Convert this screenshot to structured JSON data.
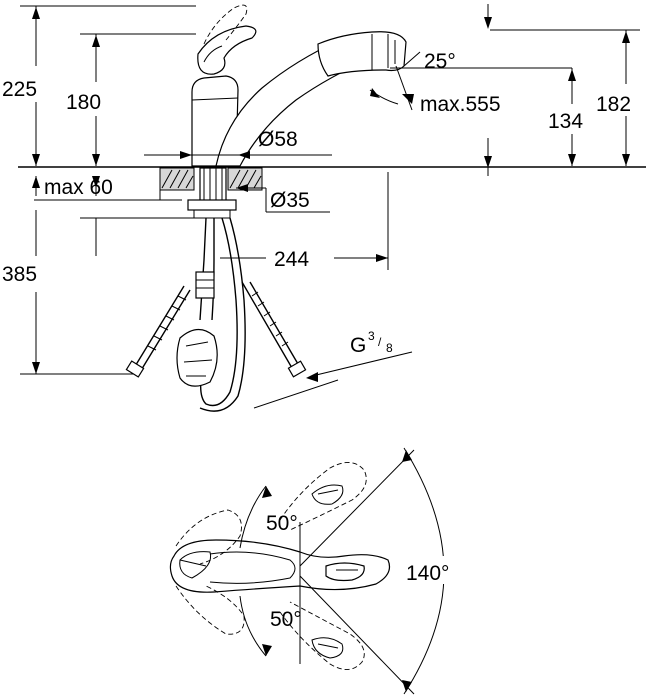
{
  "side_view": {
    "dims": {
      "h225": "225",
      "h180": "180",
      "angle25": "25°",
      "max555": "max.555",
      "h134": "134",
      "h182": "182",
      "d58": "Ø58",
      "max60": "max 60",
      "d35": "Ø35",
      "w244": "244",
      "h385": "385"
    },
    "thread": {
      "base": "G",
      "num": "3",
      "den": "8"
    }
  },
  "top_view": {
    "angle_left_top": "50°",
    "angle_left_bottom": "50°",
    "angle_right": "140°"
  },
  "colors": {
    "line": "#000000",
    "shade": "#d7d7d7",
    "background": "#ffffff"
  }
}
